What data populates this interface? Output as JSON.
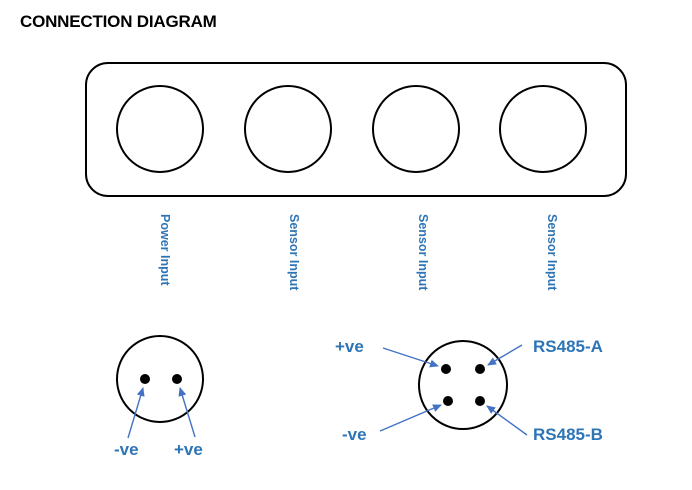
{
  "title": "CONNECTION DIAGRAM",
  "colors": {
    "label": "#2e75b6",
    "arrow": "#4472c4",
    "line": "#000000"
  },
  "ports": [
    {
      "label": "Power Input"
    },
    {
      "label": "Sensor Input"
    },
    {
      "label": "Sensor Input"
    },
    {
      "label": "Sensor Input"
    }
  ],
  "power_connector": {
    "left_pin": "-ve",
    "right_pin": "+ve"
  },
  "sensor_connector": {
    "top_left": "+ve",
    "top_right": "RS485-A",
    "bottom_left": "-ve",
    "bottom_right": "RS485-B"
  }
}
